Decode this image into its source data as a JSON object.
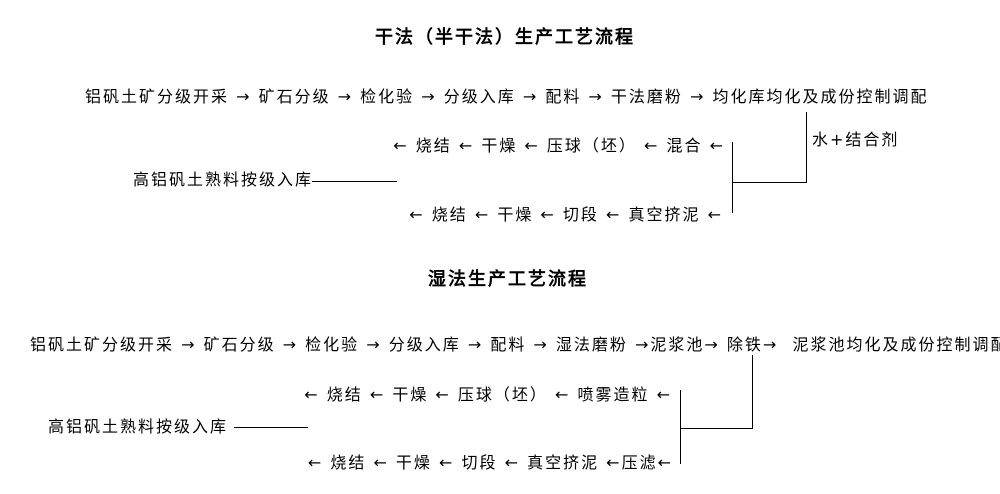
{
  "colors": {
    "background": "#ffffff",
    "text": "#000000",
    "connector_line": "#000000"
  },
  "dry_process_flow": {
    "title": "干法（半干法）生产工艺流程",
    "main_line": "铝矾土矿分级开采 → 矿石分级 → 检化验 → 分级入库 → 配料 → 干法磨粉 → 均化库均化及成份控制调配",
    "return_line_top": "← 烧结 ← 干燥 ← 压球（坯） ← 混合 ←",
    "storage_label": "高铝矾土熟料按级入库",
    "return_line_bottom": "← 烧结 ← 干燥 ← 切段 ← 真空挤泥 ←",
    "additive_label": "水+结合剂"
  },
  "wet_process_flow": {
    "title": "湿法生产工艺流程",
    "main_line": "铝矾土矿分级开采 → 矿石分级 → 检化验 → 分级入库 → 配料 → 湿法磨粉 →泥浆池→ 除铁→  泥浆池均化及成份控制调配",
    "return_line_top": "← 烧结 ← 干燥 ← 压球（坯） ← 喷雾造粒 ←",
    "storage_label": "高铝矾土熟料按级入库",
    "return_line_bottom": "← 烧结 ← 干燥 ← 切段 ← 真空挤泥 ←压滤←"
  }
}
